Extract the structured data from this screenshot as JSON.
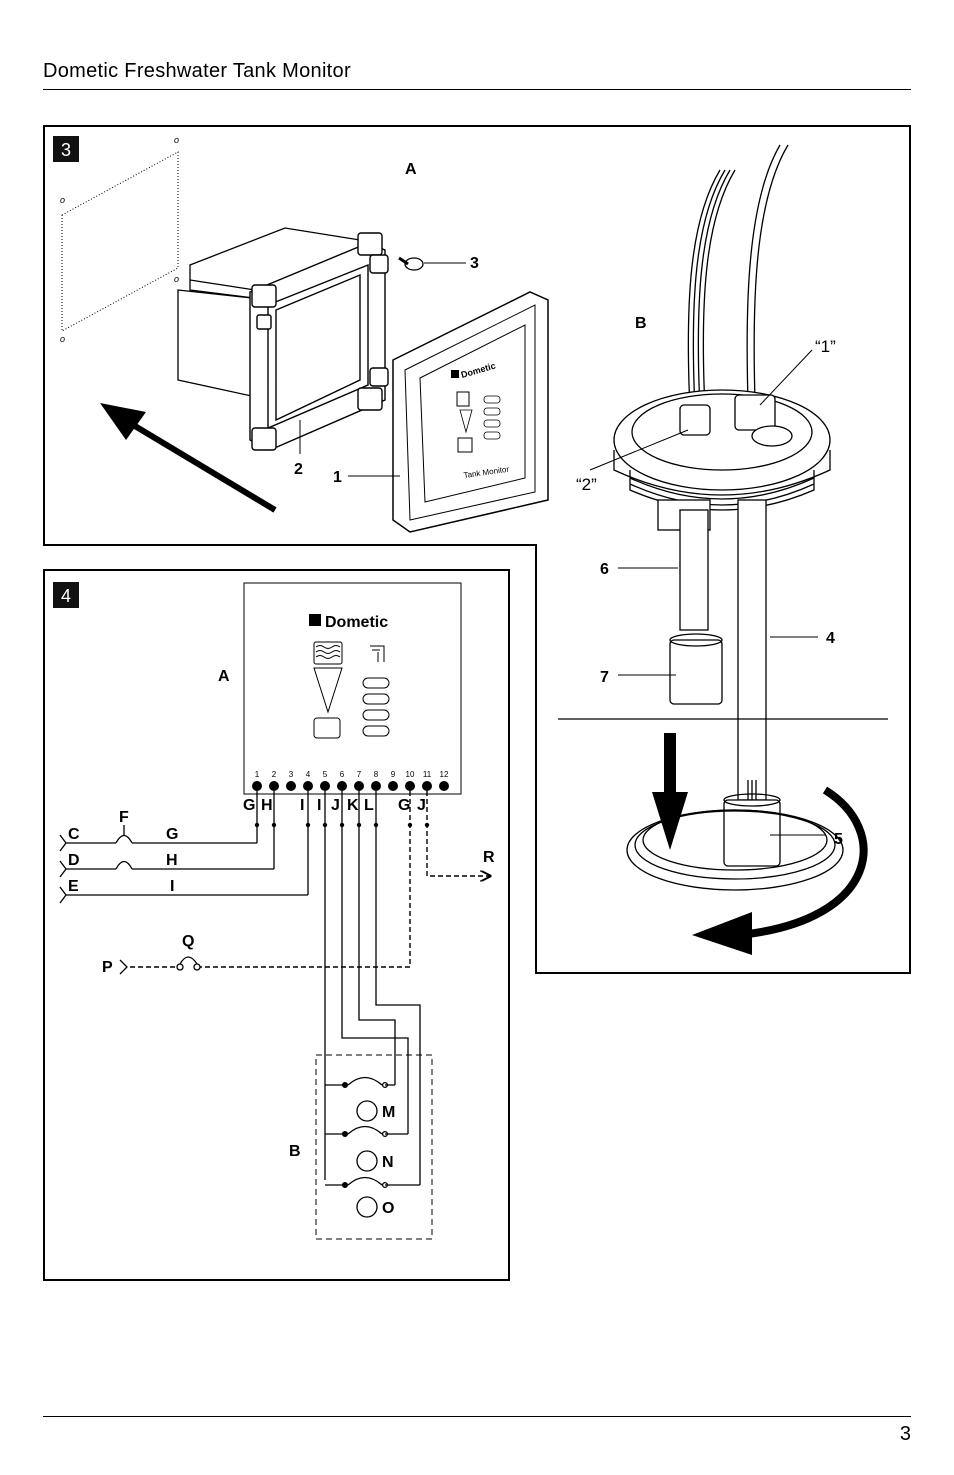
{
  "header": {
    "title": "Dometic Freshwater Tank Monitor"
  },
  "footer": {
    "page_number": "3"
  },
  "figure3": {
    "number": "3",
    "labels": {
      "a": "A",
      "b": "B",
      "part1": "1",
      "part2": "2",
      "part3": "3",
      "part4": "4",
      "part5": "5",
      "part6": "6",
      "part7": "7",
      "quote1": "“1”",
      "quote2": "“2”"
    },
    "panel": {
      "brand": "Dometic",
      "caption": "Tank Monitor"
    }
  },
  "figure4": {
    "number": "4",
    "panel": {
      "label": "A",
      "brand": "Dometic"
    },
    "terminals": [
      "1",
      "2",
      "3",
      "4",
      "5",
      "6",
      "7",
      "8",
      "9",
      "10",
      "11",
      "12"
    ],
    "terminal_letters": [
      "G",
      "H",
      "I",
      "I",
      "J",
      "K",
      "L",
      "G",
      "J"
    ],
    "wires": {
      "c": "C",
      "d": "D",
      "e": "E",
      "f": "F",
      "g": "G",
      "h": "H",
      "i": "I",
      "p": "P",
      "q": "Q",
      "r": "R"
    },
    "sensor": {
      "label": "B",
      "m": "M",
      "n": "N",
      "o": "O"
    }
  }
}
